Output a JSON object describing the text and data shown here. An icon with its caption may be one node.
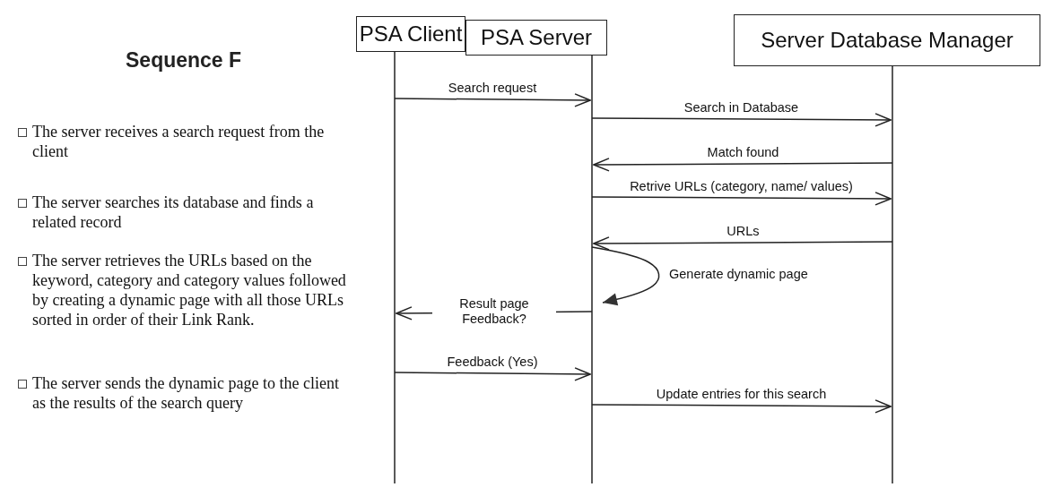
{
  "diagram": {
    "title": "Sequence F",
    "nodes": [
      {
        "text": [
          "PSA Client"
        ]
      },
      {
        "text": [
          "PSA Server"
        ]
      },
      {
        "text": [
          "Server Database Manager"
        ]
      }
    ],
    "edges": [
      {
        "from": 0,
        "to": 1,
        "arrow": "to",
        "label": "Search request"
      },
      {
        "from": 1,
        "to": 2,
        "arrow": "to",
        "label": "Search in Database"
      },
      {
        "from": 2,
        "to": 1,
        "arrow": "to",
        "label": "Match found"
      },
      {
        "from": 1,
        "to": 2,
        "arrow": "to",
        "label": "Retrive URLs (category, name/ values)"
      },
      {
        "from": 2,
        "to": 1,
        "arrow": "to",
        "label": "URLs"
      },
      {
        "from": 1,
        "to": 1,
        "arrow": "to",
        "label": "Generate dynamic page"
      },
      {
        "from": 1,
        "to": 0,
        "arrow": "to",
        "label": "Result page Feedback?"
      },
      {
        "from": 0,
        "to": 1,
        "arrow": "to",
        "label": "Feedback (Yes)"
      },
      {
        "from": 1,
        "to": 2,
        "arrow": "to",
        "label": "Update entries for this search"
      }
    ],
    "labels": [
      "The server receives a search request from the client",
      "The server searches its database and finds a related record",
      "The server retrieves the URLs based on the keyword, category and category values followed by creating a dynamic page with all those URLs sorted in order of their Link Rank.",
      "The server sends the dynamic page to the client as the results of the search query"
    ]
  }
}
